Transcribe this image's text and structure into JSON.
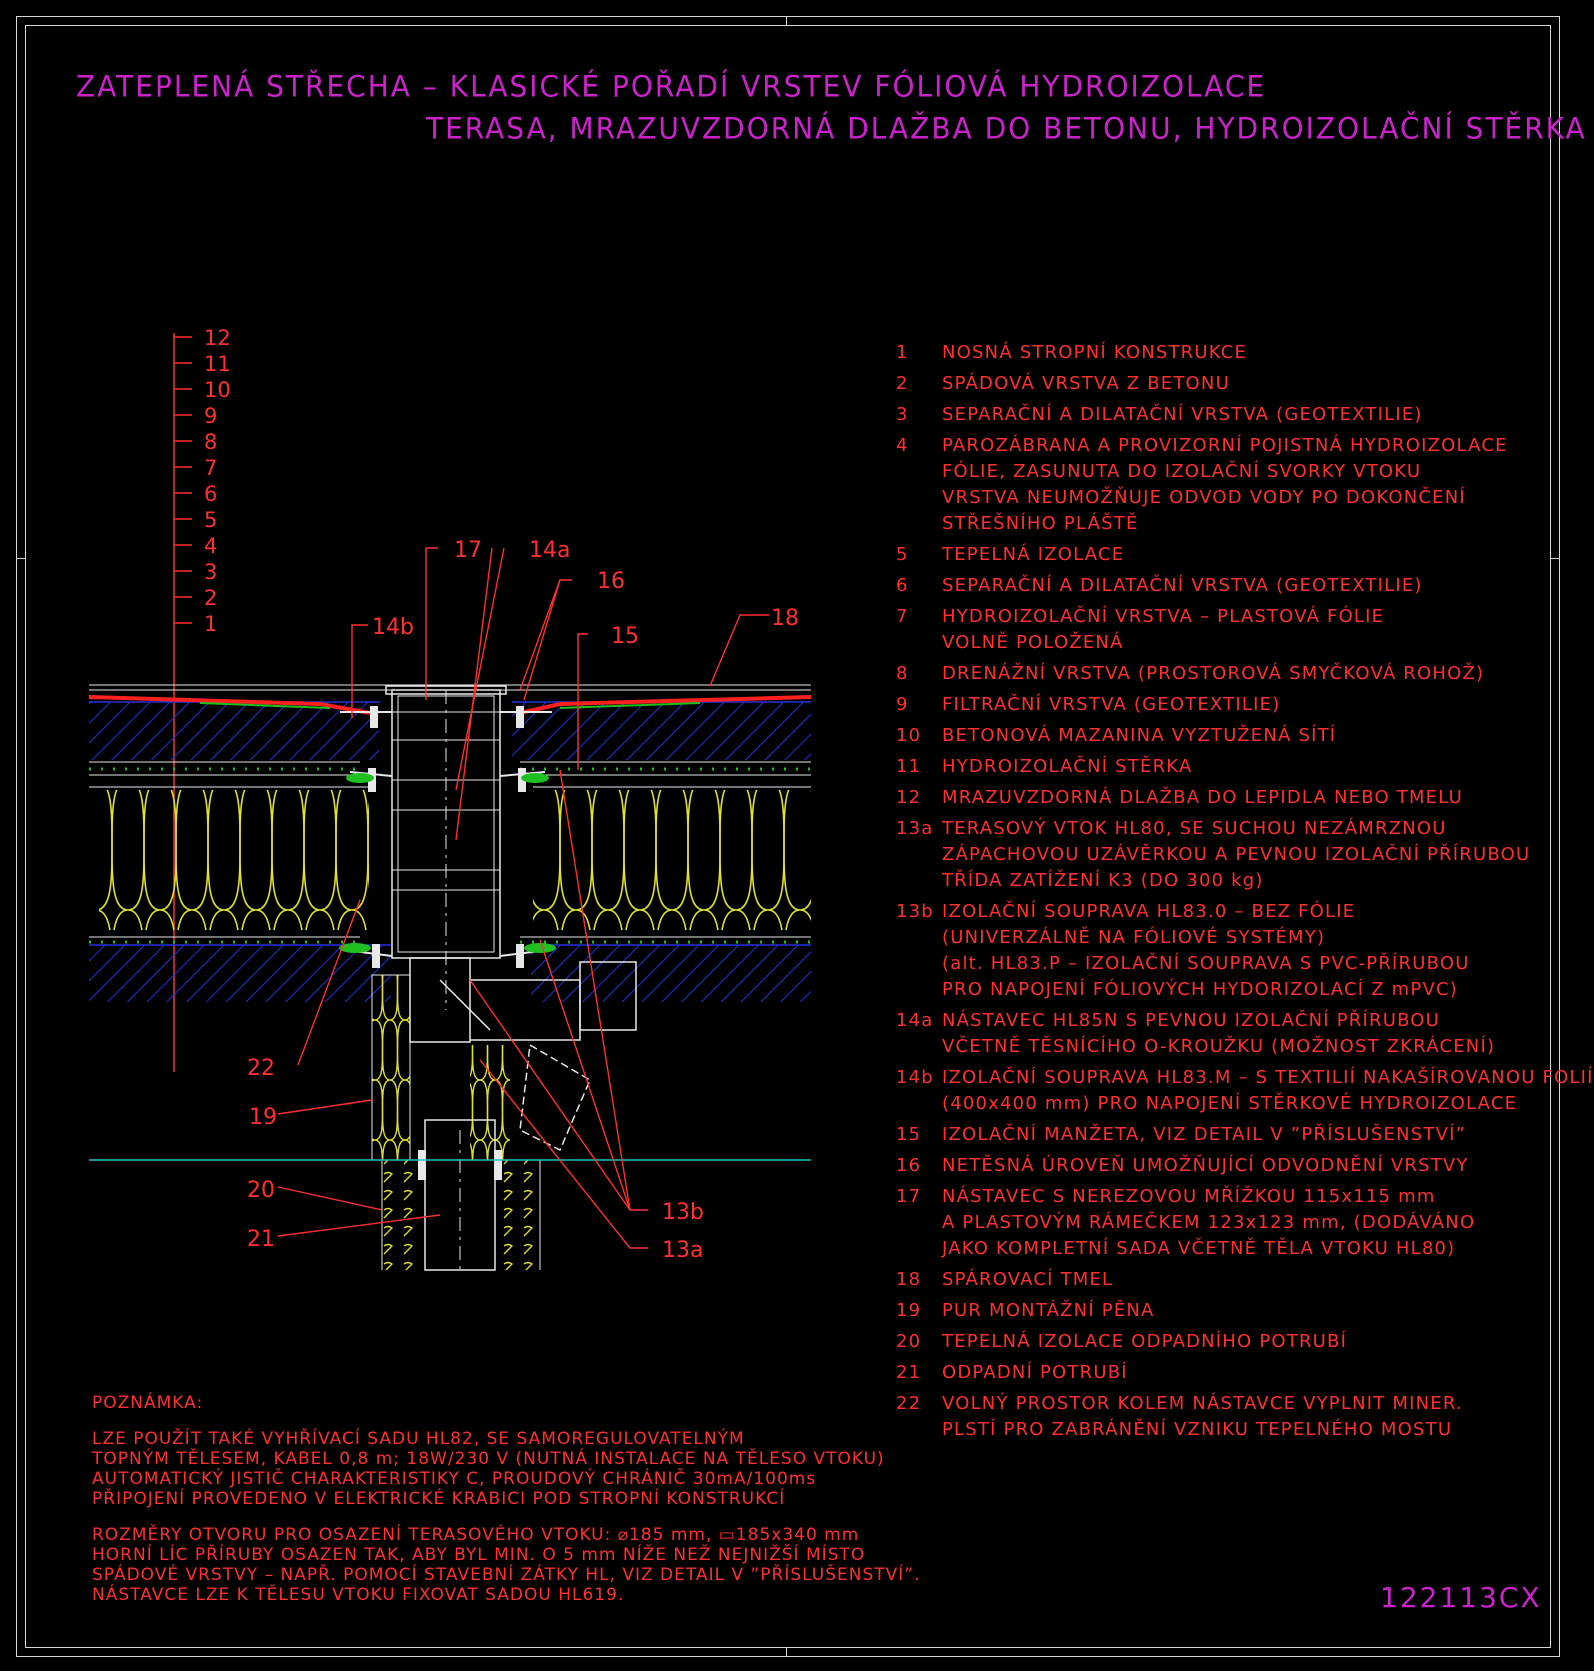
{
  "title": {
    "line1": "ZATEPLENÁ STŘECHA – KLASICKÉ POŘADÍ VRSTEV FÓLIOVÁ HYDROIZOLACE",
    "line2": "TERASA, MRAZUVZDORNÁ DLAŽBA DO BETONU, HYDROIZOLAČNÍ STĚRKA"
  },
  "layer_scale": [
    "12",
    "11",
    "10",
    "9",
    "8",
    "7",
    "6",
    "5",
    "4",
    "3",
    "2",
    "1"
  ],
  "callouts": {
    "c17": "17",
    "c14a": "14a",
    "c16": "16",
    "c14b": "14b",
    "c15": "15",
    "c18": "18",
    "c22": "22",
    "c19": "19",
    "c20": "20",
    "c21": "21",
    "c13b": "13b",
    "c13a": "13a"
  },
  "legend": [
    {
      "num": "1",
      "lines": [
        "NOSNÁ STROPNÍ KONSTRUKCE"
      ]
    },
    {
      "num": "2",
      "lines": [
        "SPÁDOVÁ VRSTVA Z BETONU"
      ]
    },
    {
      "num": "3",
      "lines": [
        "SEPARAČNÍ A DILATAČNÍ VRSTVA (GEOTEXTILIE)"
      ]
    },
    {
      "num": "4",
      "lines": [
        "PAROZÁBRANA A PROVIZORNÍ POJISTNÁ HYDROIZOLACE",
        "FÓLIE, ZASUNUTA DO IZOLAČNÍ SVORKY VTOKU",
        "VRSTVA NEUMOŽŇUJE ODVOD VODY PO DOKONČENÍ",
        "STŘEŠNÍHO PLÁŠTĚ"
      ]
    },
    {
      "num": "5",
      "lines": [
        "TEPELNÁ IZOLACE"
      ]
    },
    {
      "num": "6",
      "lines": [
        "SEPARAČNÍ A DILATAČNÍ VRSTVA (GEOTEXTILIE)"
      ]
    },
    {
      "num": "7",
      "lines": [
        "HYDROIZOLAČNÍ VRSTVA – PLASTOVÁ FÓLIE",
        "VOLNĚ POLOŽENÁ"
      ]
    },
    {
      "num": "8",
      "lines": [
        "DRENÁŽNÍ VRSTVA (PROSTOROVÁ SMYČKOVÁ ROHOŽ)"
      ]
    },
    {
      "num": "9",
      "lines": [
        "FILTRAČNÍ VRSTVA (GEOTEXTILIE)"
      ]
    },
    {
      "num": "10",
      "lines": [
        "BETONOVÁ MAZANINA VYZTUŽENÁ SÍTÍ"
      ]
    },
    {
      "num": "11",
      "lines": [
        "HYDROIZOLAČNÍ STĚRKA"
      ]
    },
    {
      "num": "12",
      "lines": [
        "MRAZUVZDORNÁ DLAŽBA DO LEPIDLA NEBO TMELU"
      ]
    },
    {
      "num": "13a",
      "lines": [
        "TERASOVÝ VTOK HL80, SE SUCHOU NEZÁMRZNOU",
        "ZÁPACHOVOU UZÁVĚRKOU A PEVNOU IZOLAČNÍ PŘÍRUBOU",
        "TŘÍDA ZATÍŽENÍ K3 (DO 300 kg)"
      ]
    },
    {
      "num": "13b",
      "lines": [
        "IZOLAČNÍ SOUPRAVA HL83.0 – BEZ FÓLIE",
        "(UNIVERZÁLNĚ NA FÓLIOVÉ SYSTÉMY)",
        "(alt. HL83.P – IZOLAČNÍ SOUPRAVA S PVC-PŘÍRUBOU",
        "PRO NAPOJENÍ FÓLIOVÝCH HYDORIZOLACÍ Z mPVC)"
      ]
    },
    {
      "num": "14a",
      "lines": [
        "NÁSTAVEC HL85N S PEVNOU IZOLAČNÍ PŘÍRUBOU",
        "VČETNĚ TĚSNÍCÍHO O-KROUŽKU (MOŽNOST ZKRÁCENÍ)"
      ]
    },
    {
      "num": "14b",
      "lines": [
        "IZOLAČNÍ SOUPRAVA HL83.M – S TEXTILIÍ NAKAŠÍROVANOU FOLIÍ",
        "(400x400 mm) PRO NAPOJENÍ STĚRKOVÉ HYDROIZOLACE"
      ]
    },
    {
      "num": "15",
      "lines": [
        "IZOLAČNÍ MANŽETA, VIZ DETAIL V ”PŘÍSLUŠENSTVÍ”"
      ]
    },
    {
      "num": "16",
      "lines": [
        "NETĚSNÁ ÚROVEŇ UMOŽŇUJÍCÍ ODVODNĚNÍ VRSTVY"
      ]
    },
    {
      "num": "17",
      "lines": [
        "NÁSTAVEC S NEREZOVOU MŘÍŽKOU 115x115 mm",
        "A PLASTOVÝM RÁMEČKEM 123x123 mm, (DODÁVÁNO",
        "JAKO KOMPLETNÍ SADA VČETNĚ TĚLA VTOKU HL80)"
      ]
    },
    {
      "num": "18",
      "lines": [
        "SPÁROVACÍ TMEL"
      ]
    },
    {
      "num": "19",
      "lines": [
        "PUR MONTÁŽNÍ PĚNA"
      ]
    },
    {
      "num": "20",
      "lines": [
        "TEPELNÁ IZOLACE ODPADNÍHO POTRUBÍ"
      ]
    },
    {
      "num": "21",
      "lines": [
        "ODPADNÍ POTRUBÍ"
      ]
    },
    {
      "num": "22",
      "lines": [
        "VOLNÝ PROSTOR KOLEM NÁSTAVCE VYPLNIT MINER.",
        "PLSTÍ PRO ZABRÁNĚNÍ VZNIKU TEPELNÉHO MOSTU"
      ]
    }
  ],
  "note": {
    "heading": "POZNÁMKA:",
    "para1": [
      "LZE POUŽÍT TAKÉ VYHŘÍVACÍ SADU HL82, SE SAMOREGULOVATELNÝM",
      "TOPNÝM TĚLESEM, KABEL 0,8 m; 18W/230 V (NUTNÁ INSTALACE NA TĚLESO VTOKU)",
      "AUTOMATICKÝ JISTIČ CHARAKTERISTIKY C, PROUDOVÝ CHRÁNIČ 30mA/100ms",
      "PŘIPOJENÍ PROVEDENO V ELEKTRICKÉ KRABICI POD STROPNÍ KONSTRUKCÍ"
    ],
    "para2": [
      "ROZMĚRY OTVORU PRO OSAZENÍ TERASOVÉHO VTOKU: ⌀185 mm, ▭185x340 mm",
      "HORNÍ LÍC PŘÍRUBY OSAZEN TAK, ABY BYL MIN. O 5 mm NÍŽE NEŽ NEJNIŽŠÍ MÍSTO",
      "SPÁDOVÉ VRSTVY – NAPŘ. POMOCÍ STAVEBNÍ ZÁTKY HL, VIZ DETAIL V ”PŘÍSLUŠENSTVÍ”.",
      "NÁSTAVCE LZE K TĚLESU VTOKU FIXOVAT SADOU HL619."
    ]
  },
  "drawing_code": "122113CX",
  "colors": {
    "background": "#000000",
    "title": "#cc22cc",
    "annotation": "#ff3030",
    "frame": "#d8d8d8",
    "insulation": "#e0e030",
    "concrete_hatch": "#2233dd",
    "membrane": "#20c020",
    "drain_body": "#e8e8e8",
    "ceiling_line": "#20c0c0"
  }
}
